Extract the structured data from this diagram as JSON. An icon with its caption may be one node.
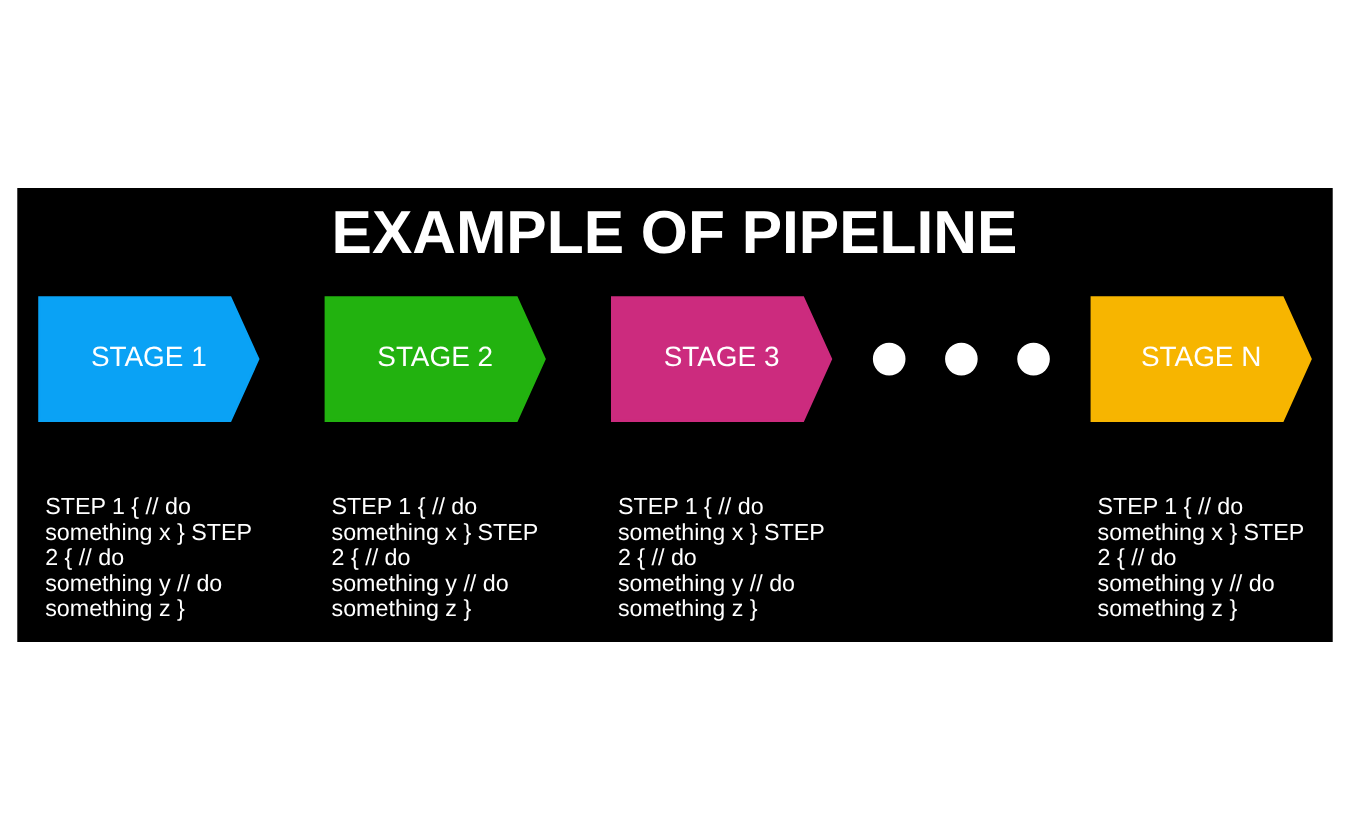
{
  "diagram": {
    "title": "EXAMPLE OF PIPELINE",
    "nodes": [
      {
        "text": [
          "STAGE 1"
        ],
        "beside": [
          "STEP 1 { // do something x } STEP 2 { // do something y // do something z }"
        ]
      },
      {
        "text": [
          "STAGE 2"
        ],
        "beside": [
          "STEP 1 { // do something x } STEP 2 { // do something y // do something z }"
        ]
      },
      {
        "text": [
          "STAGE 3"
        ],
        "beside": [
          "STEP 1 { // do something x } STEP 2 { // do something y // do something z }"
        ]
      },
      {
        "text": [],
        "shape": "circle"
      },
      {
        "text": [],
        "shape": "circle"
      },
      {
        "text": [],
        "shape": "circle"
      },
      {
        "text": [
          "STAGE N"
        ],
        "beside": [
          "STEP 1 { // do something x } STEP 2 { // do something y // do something z }"
        ]
      }
    ]
  }
}
